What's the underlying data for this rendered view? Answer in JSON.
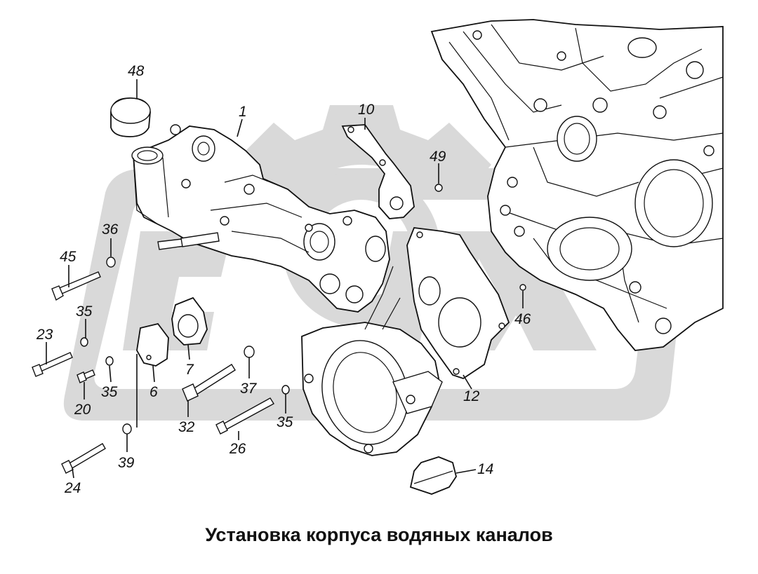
{
  "title": "Установка корпуса водяных каналов",
  "callouts": {
    "c48": "48",
    "c1": "1",
    "c10": "10",
    "c49": "49",
    "c36": "36",
    "c45": "45",
    "c35a": "35",
    "c23": "23",
    "c35b": "35",
    "c6": "6",
    "c7": "7",
    "c20": "20",
    "c37": "37",
    "c12": "12",
    "c46": "46",
    "c32": "32",
    "c35c": "35",
    "c26": "26",
    "c39": "39",
    "c24": "24",
    "c14": "14"
  }
}
